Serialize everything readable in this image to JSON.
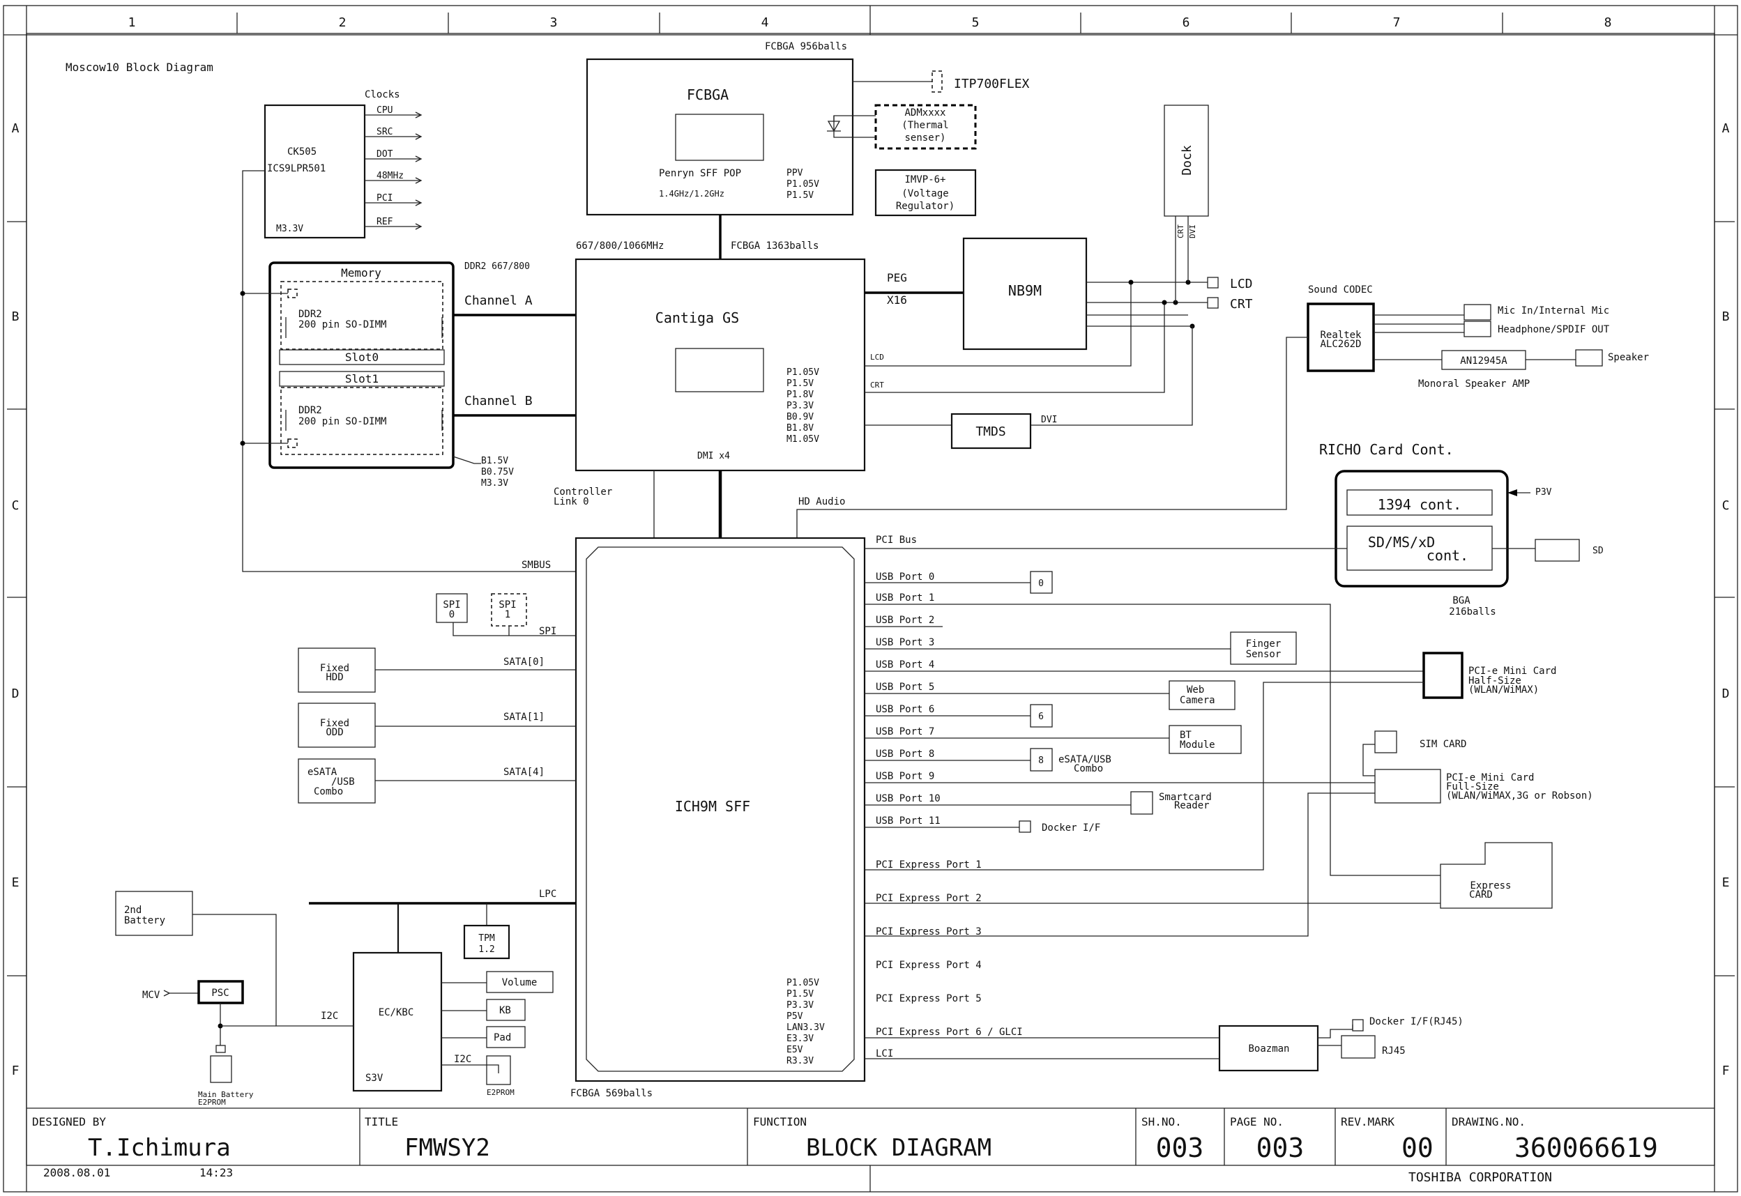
{
  "frame": {
    "columns": [
      "1",
      "2",
      "3",
      "4",
      "5",
      "6",
      "7",
      "8"
    ],
    "rows": [
      "A",
      "B",
      "C",
      "D",
      "E",
      "F"
    ]
  },
  "diagram_title": "Moscow10 Block Diagram",
  "cpu": {
    "package": "FCBGA 956balls",
    "name": "FCBGA",
    "desc": "Penryn SFF POP",
    "freq": "1.4GHz/1.2GHz",
    "rails": [
      "PPV",
      "P1.05V",
      "P1.5V"
    ],
    "itp": "ITP700FLEX",
    "thermal": [
      "ADMxxxx",
      "(Thermal",
      "senser)"
    ],
    "imvp": [
      "IMVP-6+",
      "(Voltage",
      "Regulator)"
    ]
  },
  "clock": {
    "heading": "Clocks",
    "chip": [
      "CK505",
      "ICS9LPR501"
    ],
    "rail": "M3.3V",
    "outputs": [
      "CPU",
      "SRC",
      "DOT",
      "48MHz",
      "PCI",
      "REF"
    ]
  },
  "memory": {
    "title": "Memory",
    "ddr_label": "DDR2 667/800",
    "sodimm": [
      "DDR2",
      "200 pin SO-DIMM"
    ],
    "slot0": "Slot0",
    "slot1": "Slot1",
    "rails": [
      "B1.5V",
      "B0.75V",
      "M3.3V"
    ],
    "channel_a": "Channel A",
    "channel_b": "Channel B"
  },
  "gmch": {
    "fsb": "667/800/1066MHz",
    "package": "FCBGA 1363balls",
    "name": "Cantiga GS",
    "rails": [
      "P1.05V",
      "P1.5V",
      "P1.8V",
      "P3.3V",
      "B0.9V",
      "B1.8V",
      "M1.05V"
    ],
    "dmi": "DMI x4",
    "peg": "PEG",
    "x16": "X16",
    "lcd_small": "LCD",
    "crt_small": "CRT"
  },
  "nb9m": "NB9M",
  "tmds": {
    "name": "TMDS",
    "dvi": "DVI"
  },
  "dock": {
    "name": "Dock",
    "crt_small": "CRT",
    "dvi_small": "DVI"
  },
  "display_ports": {
    "lcd": "LCD",
    "crt": "CRT"
  },
  "sound": {
    "heading": "Sound CODEC",
    "chip": [
      "Realtek",
      "ALC262D"
    ],
    "mic": "Mic In/Internal Mic",
    "headphone": "Headphone/SPDIF OUT",
    "amp": "AN12945A",
    "speaker": "Speaker",
    "amp_caption": "Monoral Speaker AMP"
  },
  "card_ctrl": {
    "title": "RICHO Card Cont.",
    "cont1394": "1394 cont.",
    "sd_line1": "SD/MS/xD",
    "sd_line2": "cont.",
    "p3v": "P3V",
    "sd": "SD",
    "bga": "BGA",
    "balls": "216balls"
  },
  "links": {
    "controller": [
      "Controller",
      "Link 0"
    ],
    "hd_audio": "HD Audio",
    "smbus": "SMBUS",
    "pci_bus": "PCI Bus"
  },
  "ich": {
    "name": "ICH9M SFF",
    "package": "FCBGA 569balls",
    "rails": [
      "P1.05V",
      "P1.5V",
      "P3.3V",
      "P5V",
      "LAN3.3V",
      "E3.3V",
      "E5V",
      "R3.3V"
    ],
    "usb": [
      "USB Port 0",
      "USB Port 1",
      "USB Port 2",
      "USB Port 3",
      "USB Port 4",
      "USB Port 5",
      "USB Port 6",
      "USB Port 7",
      "USB Port 8",
      "USB Port 9",
      "USB Port 10",
      "USB Port 11"
    ],
    "pcie": [
      "PCI Express Port 1",
      "PCI Express Port 2",
      "PCI Express Port 3",
      "PCI Express Port 4",
      "PCI Express Port 5",
      "PCI Express Port 6 / GLCI"
    ],
    "lci": "LCI",
    "spi_bus": "SPI",
    "sata": [
      "SATA[0]",
      "SATA[1]",
      "SATA[4]"
    ],
    "lpc": "LPC"
  },
  "spi": {
    "spi0": [
      "SPI",
      "0"
    ],
    "spi1": [
      "SPI",
      "1"
    ]
  },
  "storage": {
    "hdd": [
      "Fixed",
      "HDD"
    ],
    "odd": [
      "Fixed",
      "ODD"
    ],
    "esata": [
      "eSATA",
      "/USB",
      "Combo"
    ]
  },
  "usb_devices": {
    "port0_box": "0",
    "finger": [
      "Finger",
      "Sensor"
    ],
    "webcam": [
      "Web",
      "Camera"
    ],
    "port6_box": "6",
    "bt": [
      "BT",
      "Module"
    ],
    "port8_box": "8",
    "esata_combo": [
      "eSATA/USB",
      "Combo"
    ],
    "smartcard": [
      "Smartcard",
      "Reader"
    ],
    "docker": "Docker I/F"
  },
  "minicard_half": [
    "PCI-e Mini Card",
    "Half-Size",
    "(WLAN/WiMAX)"
  ],
  "sim": "SIM CARD",
  "minicard_full": [
    "PCI-e Mini Card",
    "Full-Size",
    "(WLAN/WiMAX,3G or Robson)"
  ],
  "express_card": [
    "Express",
    "CARD"
  ],
  "lan": {
    "name": "Boazman",
    "docker_rj45": "Docker I/F(RJ45)",
    "rj45": "RJ45"
  },
  "ec": {
    "name": "EC/KBC",
    "rail": "S3V",
    "i2c": "I2C",
    "volume": "Volume",
    "kb": "KB",
    "pad": "Pad",
    "e2prom": "E2PROM",
    "tpm": [
      "TPM",
      "1.2"
    ],
    "battery2": [
      "2nd",
      "Battery"
    ],
    "mcv": "MCV",
    "psc": "PSC",
    "main_battery": [
      "Main Battery",
      "E2PROM"
    ]
  },
  "titleblock": {
    "designed_by_label": "DESIGNED BY",
    "designer": "T.Ichimura",
    "title_label": "TITLE",
    "title": "FMWSY2",
    "function_label": "FUNCTION",
    "function": "BLOCK DIAGRAM",
    "sh_label": "SH.NO.",
    "sh": "003",
    "page_label": "PAGE NO.",
    "page": "003",
    "rev_label": "REV.MARK",
    "rev": "00",
    "drawing_label": "DRAWING.NO.",
    "drawing": "360066619",
    "date": "2008.08.01",
    "time": "14:23",
    "company": "TOSHIBA CORPORATION"
  }
}
